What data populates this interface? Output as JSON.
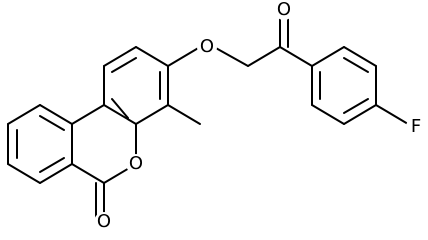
{
  "molecule": {
    "atoms": {
      "ring_oxygen": "O",
      "carbonyl_oxygen_lactone": "O",
      "ether_oxygen": "O",
      "ketone_oxygen": "O",
      "fluorine": "F"
    }
  }
}
